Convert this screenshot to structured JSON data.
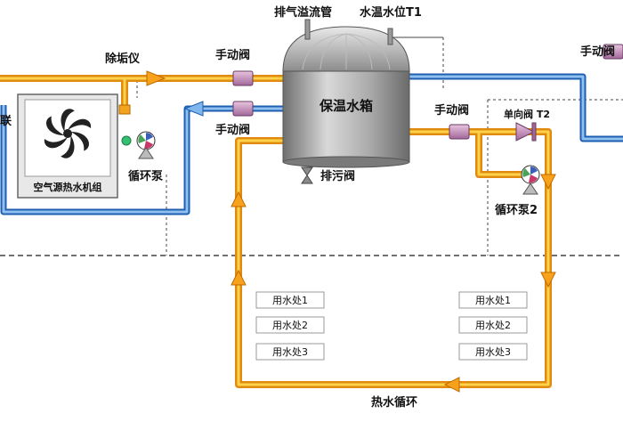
{
  "labels": {
    "exhaust_overflow_pipe": "排气溢流管",
    "water_temp_level_t1": "水温水位T1",
    "descaler": "除垢仪",
    "manual_valve_top_left": "手动阀",
    "manual_valve_top_right": "手动阀",
    "manual_valve_lower_left": "手动阀",
    "manual_valve_right": "手动阀",
    "check_valve_t2": "单向阀 T2",
    "storage_tank": "保温水箱",
    "drain_valve": "排污阀",
    "circulation_pump": "循环泵",
    "circulation_pump_2": "循环泵2",
    "heat_pump_unit": "空气源热水机组",
    "left_cut_char": "联",
    "hot_water_loop": "热水循环"
  },
  "water_points_left": [
    "用水处1",
    "用水处2",
    "用水处3"
  ],
  "water_points_right": [
    "用水处1",
    "用水处2",
    "用水处3"
  ],
  "colors": {
    "hot_pipe": "#f2a41e",
    "cold_pipe": "#2f72c8",
    "valve": "#c98ab8",
    "tank_fill": "#9a9a9a",
    "unit_fill": "#eeeeee"
  }
}
